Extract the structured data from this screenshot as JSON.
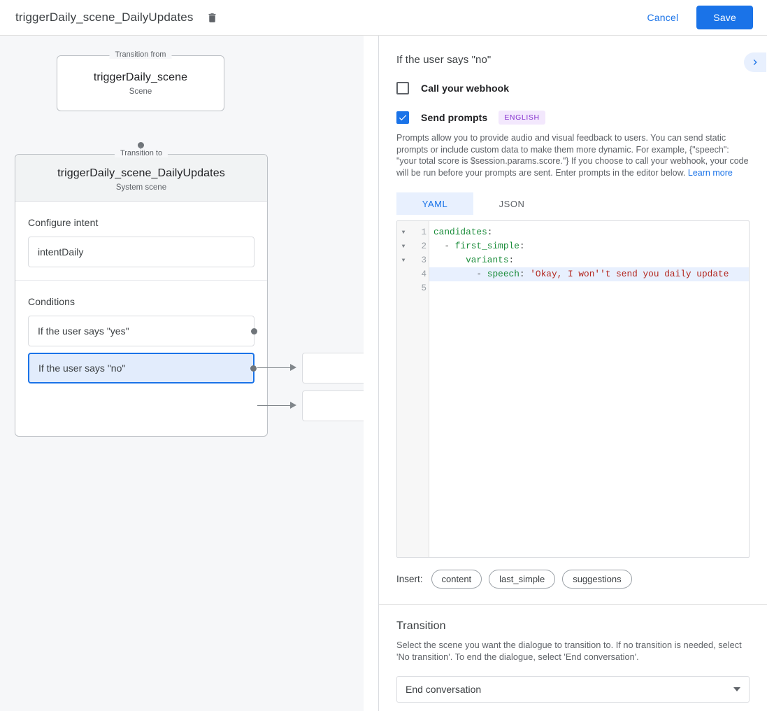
{
  "topbar": {
    "title": "triggerDaily_scene_DailyUpdates",
    "delete_icon": "trash-icon",
    "cancel_label": "Cancel",
    "save_label": "Save",
    "accent_color": "#1a73e8"
  },
  "graph": {
    "from_node": {
      "legend": "Transition from",
      "title": "triggerDaily_scene",
      "subtitle": "Scene"
    },
    "to_node": {
      "legend": "Transition to",
      "title": "triggerDaily_scene_DailyUpdates",
      "subtitle": "System scene"
    },
    "intent_section": {
      "label": "Configure intent",
      "value": "intentDaily"
    },
    "conditions_section": {
      "label": "Conditions",
      "items": [
        {
          "label": "If the user says \"yes\"",
          "selected": false
        },
        {
          "label": "If the user says \"no\"",
          "selected": true
        }
      ]
    }
  },
  "panel": {
    "title": "If the user says \"no\"",
    "expand_icon": "chevron-right-icon",
    "webhook": {
      "label": "Call your webhook",
      "checked": false
    },
    "prompts": {
      "label": "Send prompts",
      "checked": true,
      "language_badge": "ENGLISH",
      "badge_bg": "#f3e8fd",
      "badge_color": "#8430ce",
      "help": "Prompts allow you to provide audio and visual feedback to users. You can send static prompts or include custom data to make them more dynamic. For example, {\"speech\": \"your total score is $session.params.score.\"} If you choose to call your webhook, your code will be run before your prompts are sent. Enter prompts in the editor below.",
      "help_link": "Learn more"
    },
    "editor": {
      "tabs": [
        {
          "label": "YAML",
          "active": true
        },
        {
          "label": "JSON",
          "active": false
        }
      ],
      "active_line": 4,
      "lines": [
        {
          "number": "1",
          "foldable": true,
          "tokens": [
            {
              "text": "candidates",
              "type": "key"
            },
            {
              "text": ":",
              "type": "punc"
            }
          ]
        },
        {
          "number": "2",
          "foldable": true,
          "tokens": [
            {
              "text": "  - ",
              "type": "punc"
            },
            {
              "text": "first_simple",
              "type": "key"
            },
            {
              "text": ":",
              "type": "punc"
            }
          ]
        },
        {
          "number": "3",
          "foldable": true,
          "tokens": [
            {
              "text": "      ",
              "type": "punc"
            },
            {
              "text": "variants",
              "type": "key"
            },
            {
              "text": ":",
              "type": "punc"
            }
          ]
        },
        {
          "number": "4",
          "foldable": false,
          "tokens": [
            {
              "text": "        - ",
              "type": "punc"
            },
            {
              "text": "speech",
              "type": "key"
            },
            {
              "text": ": ",
              "type": "punc"
            },
            {
              "text": "'Okay, I won''t send you daily update",
              "type": "str"
            }
          ]
        },
        {
          "number": "5",
          "foldable": false,
          "tokens": []
        }
      ]
    },
    "insert": {
      "label": "Insert:",
      "chips": [
        "content",
        "last_simple",
        "suggestions"
      ]
    },
    "transition": {
      "title": "Transition",
      "help": "Select the scene you want the dialogue to transition to. If no transition is needed, select 'No transition'. To end the dialogue, select 'End conversation'.",
      "selected": "End conversation"
    }
  }
}
